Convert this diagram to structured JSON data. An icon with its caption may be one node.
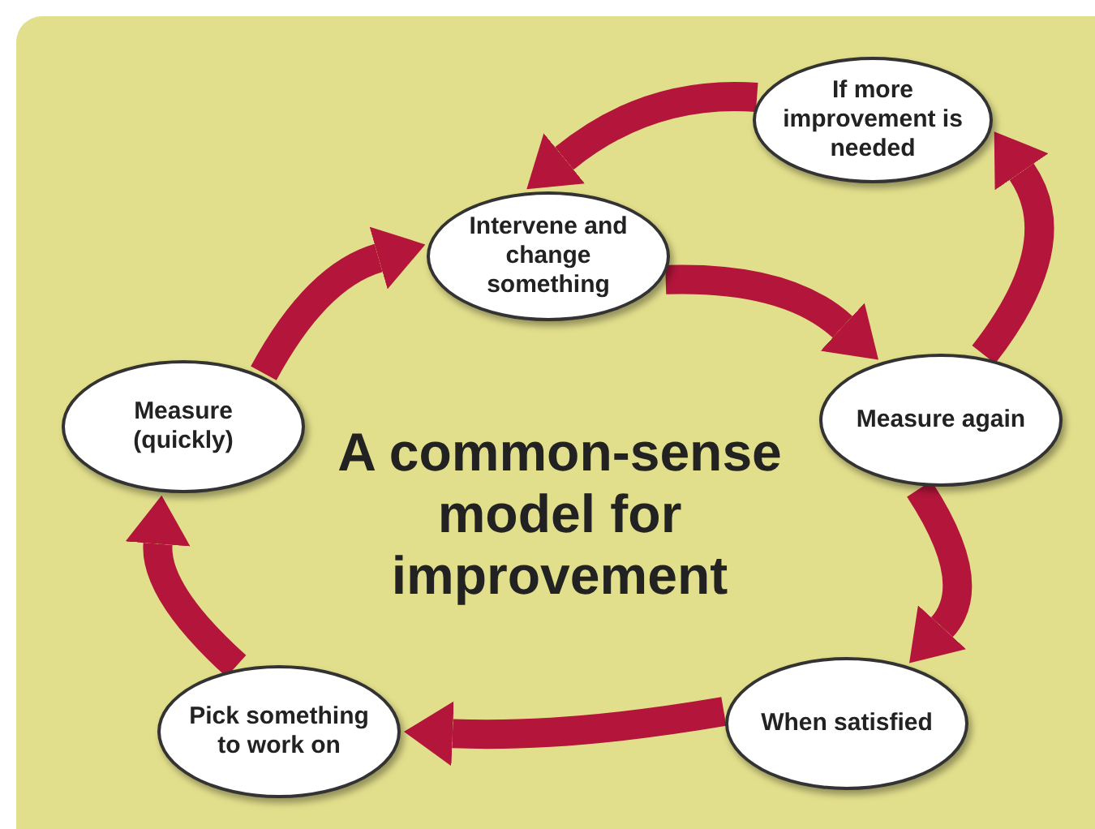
{
  "diagram": {
    "title": "A common-sense model for improvement",
    "nodes": [
      {
        "text": [
          "Intervene and change something"
        ]
      },
      {
        "text": [
          "If more improvement is needed"
        ]
      },
      {
        "text": [
          "Measure again"
        ]
      },
      {
        "text": [
          "When satisfied"
        ]
      },
      {
        "text": [
          "Pick something to work on"
        ]
      },
      {
        "text": [
          "Measure (quickly)"
        ]
      }
    ],
    "edges": [
      {
        "from": 5,
        "to": 0,
        "arrow": "to"
      },
      {
        "from": 0,
        "to": 2,
        "arrow": "to"
      },
      {
        "from": 2,
        "to": 1,
        "arrow": "to"
      },
      {
        "from": 1,
        "to": 0,
        "arrow": "to"
      },
      {
        "from": 2,
        "to": 3,
        "arrow": "to"
      },
      {
        "from": 3,
        "to": 4,
        "arrow": "to"
      },
      {
        "from": 4,
        "to": 5,
        "arrow": "to"
      }
    ]
  }
}
